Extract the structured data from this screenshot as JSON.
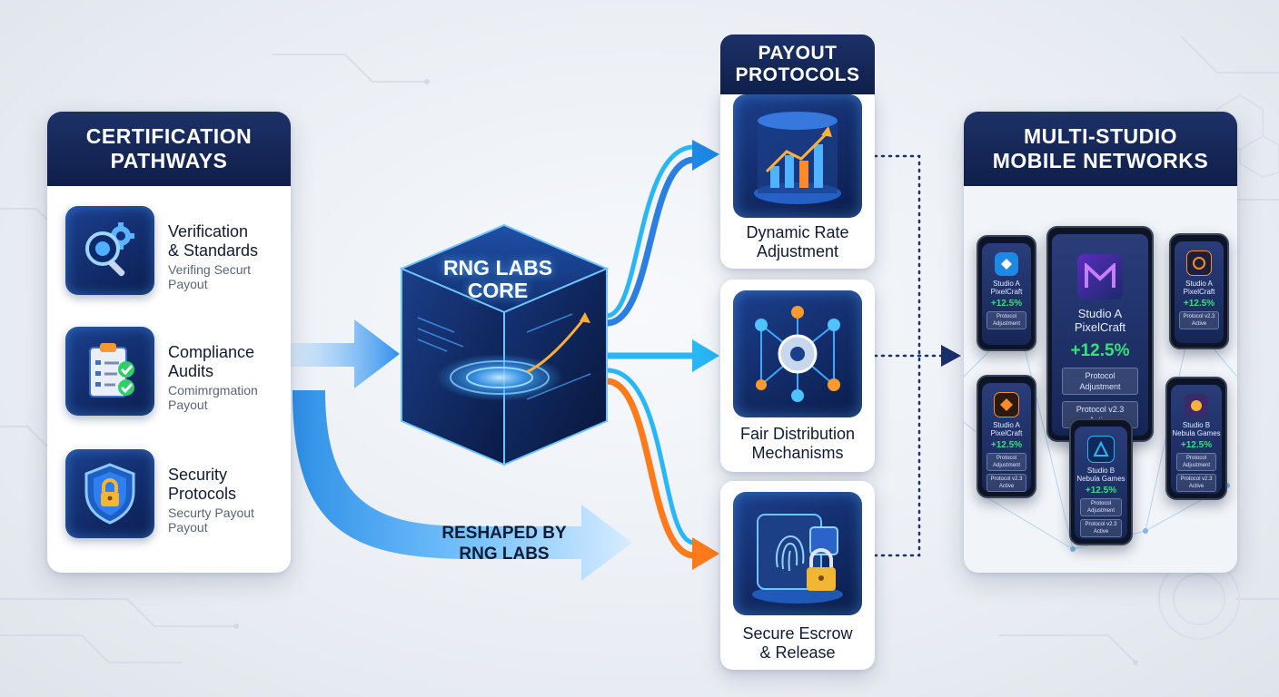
{
  "certification": {
    "title_line1": "CERTIFICATION",
    "title_line2": "PATHWAYS",
    "items": [
      {
        "title_line1": "Verification",
        "title_line2": "& Standards",
        "sub_line1": "Verifing Securt",
        "sub_line2": "Payout",
        "icon": "gear-magnifier-icon"
      },
      {
        "title_line1": "Compliance",
        "title_line2": "Audits",
        "sub_line1": "Comimrgmation",
        "sub_line2": "Payout",
        "icon": "clipboard-checklist-icon"
      },
      {
        "title_line1": "Security",
        "title_line2": "Protocols",
        "sub_line1": "Securty Payout",
        "sub_line2": "Payout",
        "icon": "shield-lock-icon"
      }
    ]
  },
  "core": {
    "title_line1": "RNG LABS",
    "title_line2": "CORE"
  },
  "reshaped": {
    "line1": "RESHAPED BY",
    "line2": "RNG LABS"
  },
  "payout": {
    "title_line1": "PAYOUT",
    "title_line2": "PROTOCOLS",
    "items": [
      {
        "label_line1": "Dynamic Rate",
        "label_line2": "Adjustment",
        "icon": "rising-chart-cylinder-icon"
      },
      {
        "label_line1": "Fair Distribution",
        "label_line2": "Mechanisms",
        "icon": "gear-network-icon"
      },
      {
        "label_line1": "Secure Escrow",
        "label_line2": "& Release",
        "icon": "fingerprint-vault-lock-icon"
      }
    ]
  },
  "multi": {
    "title_line1": "MULTI-STUDIO",
    "title_line2": "MOBILE NETWORKS",
    "main_phone": {
      "name_line1": "Studio A",
      "name_line2": "PixelCraft",
      "growth": "+12.5%",
      "pill1": "Protocol Adjustment",
      "pill2": "Protocol v2.3 Active"
    },
    "phones": [
      {
        "name_line1": "Studio A",
        "name_line2": "PixelCraft",
        "growth": "+12.5%",
        "pill1": "Protocol Adjustment"
      },
      {
        "name_line1": "Studio A",
        "name_line2": "PixelCraft",
        "growth": "+12.5%",
        "pill1": "Protocol v2.3 Active"
      },
      {
        "name_line1": "Studio A",
        "name_line2": "PixelCraft",
        "growth": "+12.5%",
        "pill1": "Protocol Adjustment",
        "pill2": "Protocol v2.3 Active"
      },
      {
        "name_line1": "Studio B",
        "name_line2": "Nebula Games",
        "growth": "+12.5%",
        "pill1": "Protocol Adjustment",
        "pill2": "Protocol v2.3 Active"
      },
      {
        "name_line1": "Studio B",
        "name_line2": "Nebula Games",
        "growth": "+12.5%",
        "pill1": "Protocol Adjustment",
        "pill2": "Protocol v2.3 Active"
      }
    ]
  },
  "colors": {
    "navy": "#0f1f4a",
    "blue_flow": "#1e88e5",
    "cyan_flow": "#29b6f6",
    "orange_flow": "#ff7a1a",
    "growth_green": "#35e27a"
  }
}
